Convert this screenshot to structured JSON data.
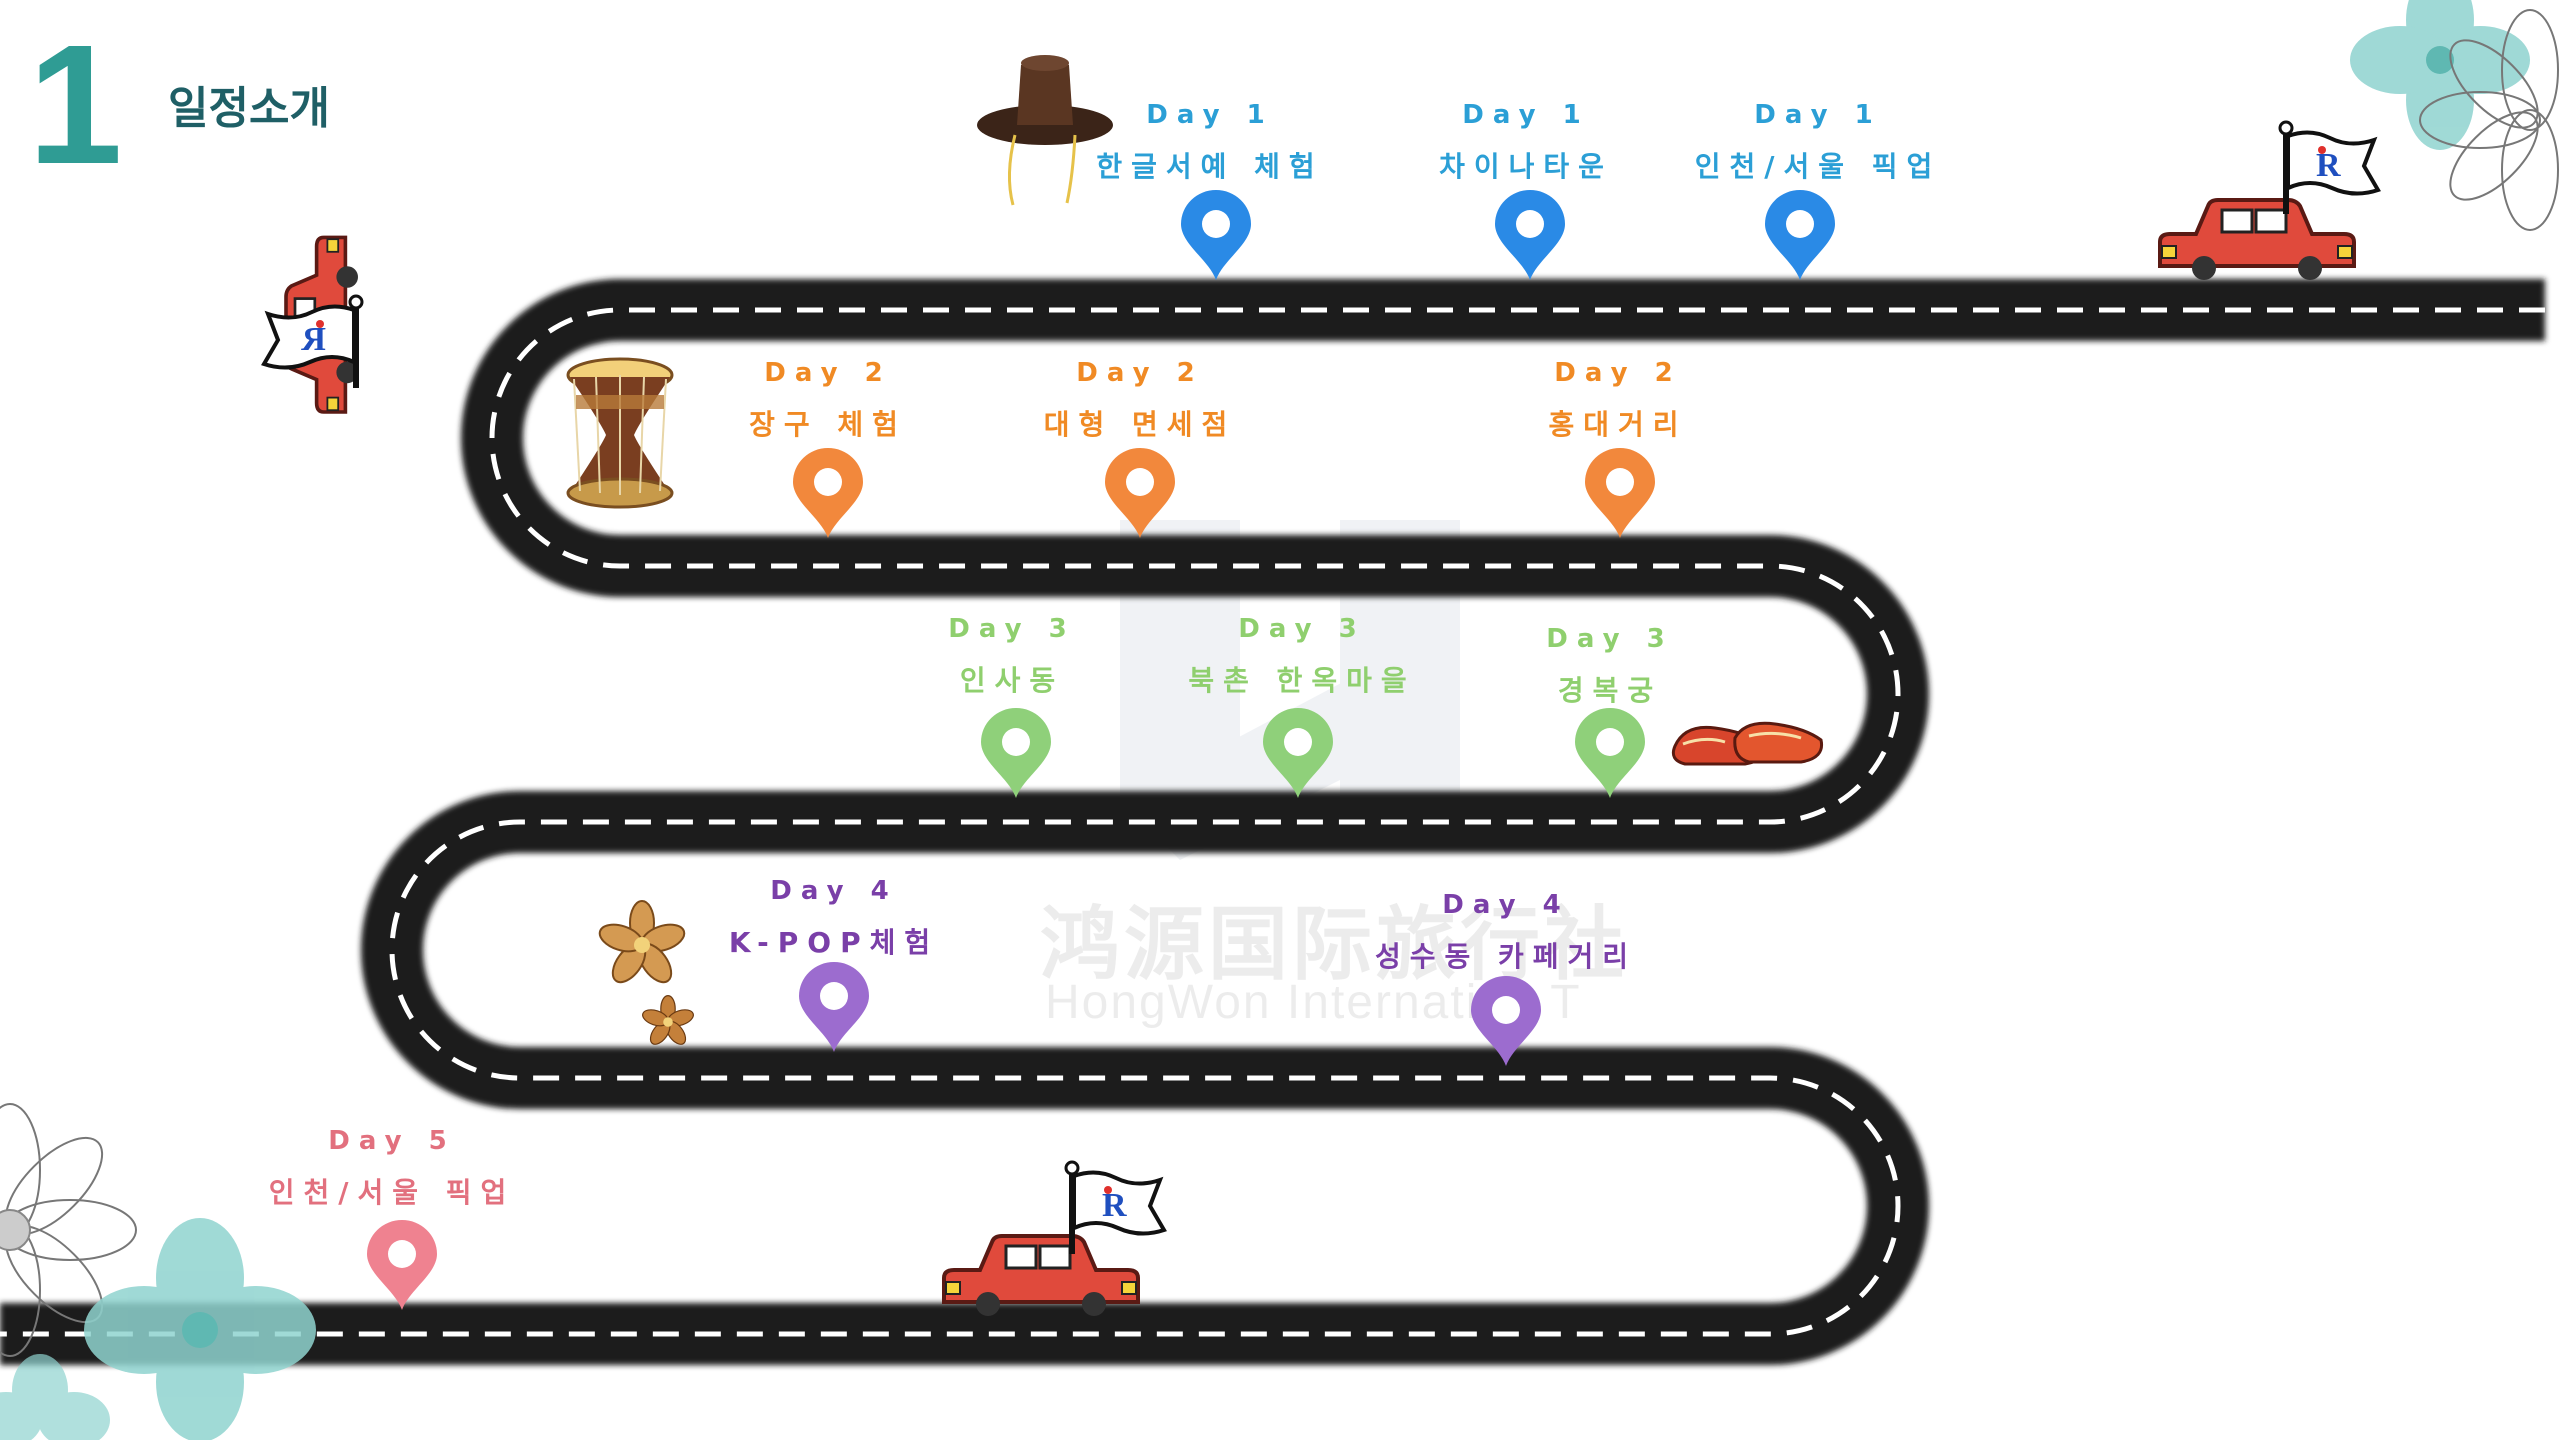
{
  "header": {
    "number": "1",
    "title": "일정소개"
  },
  "watermark": {
    "text_cn": "鸿源国际旅行社",
    "text_en": "HongWon Internation T"
  },
  "colors": {
    "day1": "#2b9fd6",
    "day2": "#f08a24",
    "day3": "#8fcf6e",
    "day4": "#7a3fa8",
    "day5": "#e2707e",
    "road": "#1e1e1e",
    "accent": "#2f9c94"
  },
  "stops": [
    {
      "id": "hangeul-calligraphy",
      "day": "Day 1",
      "place": "한글서예 체험",
      "color": "#2b9fd6",
      "pin": "#2a8ae6"
    },
    {
      "id": "chinatown",
      "day": "Day 1",
      "place": "차이나타운",
      "color": "#2b9fd6",
      "pin": "#2a8ae6"
    },
    {
      "id": "incheon-pickup-1",
      "day": "Day 1",
      "place": "인천/서울 픽업",
      "color": "#2b9fd6",
      "pin": "#2a8ae6"
    },
    {
      "id": "janggu",
      "day": "Day 2",
      "place": "장구 체험",
      "color": "#f08a24",
      "pin": "#f2883c"
    },
    {
      "id": "duty-free",
      "day": "Day 2",
      "place": "대형 면세점",
      "color": "#f08a24",
      "pin": "#f2883c"
    },
    {
      "id": "hongdae",
      "day": "Day 2",
      "place": "홍대거리",
      "color": "#f08a24",
      "pin": "#f2883c"
    },
    {
      "id": "insadong",
      "day": "Day 3",
      "place": "인사동",
      "color": "#8fcf6e",
      "pin": "#8fd07a"
    },
    {
      "id": "bukchon",
      "day": "Day 3",
      "place": "북촌 한옥마을",
      "color": "#8fcf6e",
      "pin": "#8fd07a"
    },
    {
      "id": "gyeongbokgung",
      "day": "Day 3",
      "place": "경복궁",
      "color": "#8fcf6e",
      "pin": "#8fd07a"
    },
    {
      "id": "kpop",
      "day": "Day 4",
      "place": "K-POP체험",
      "color": "#7a3fa8",
      "pin": "#9c6ccf"
    },
    {
      "id": "seongsu",
      "day": "Day 4",
      "place": "성수동 카페거리",
      "color": "#7a3fa8",
      "pin": "#9c6ccf"
    },
    {
      "id": "incheon-pickup-5",
      "day": "Day 5",
      "place": "인천/서울 픽업",
      "color": "#e2707e",
      "pin": "#ef8290"
    }
  ],
  "icons": {
    "pin": "map-pin-icon",
    "car": "car-icon",
    "flag": "flag-icon",
    "hat": "gat-hat-icon",
    "drum": "janggu-drum-icon",
    "shoes": "shoes-icon",
    "flower": "flower-icon"
  }
}
